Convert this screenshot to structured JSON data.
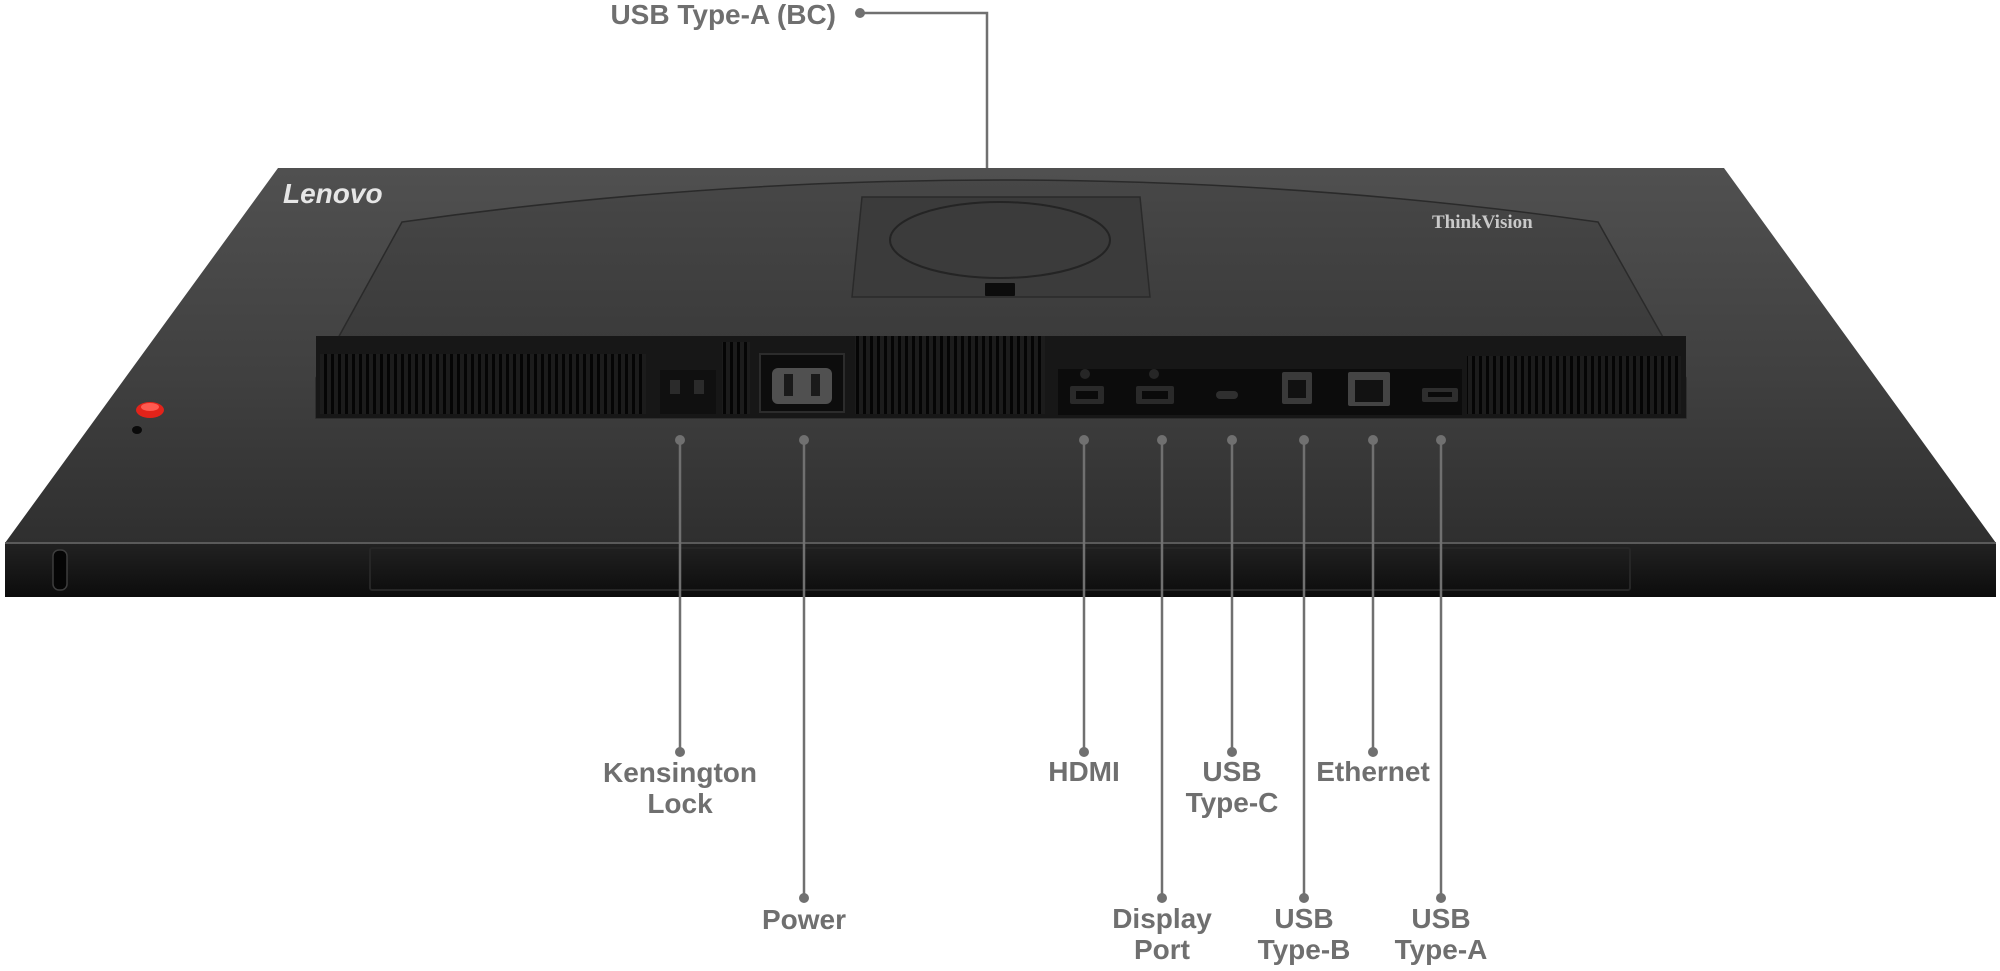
{
  "brand": {
    "lenovo_logo": "Lenovo",
    "thinkvision_logo": "ThinkVision"
  },
  "callouts": {
    "usb_a_bc": "USB Type-A (BC)",
    "kensington": [
      "Kensington",
      "Lock"
    ],
    "power": [
      "Power"
    ],
    "hdmi": [
      "HDMI"
    ],
    "displayport": [
      "Display",
      "Port"
    ],
    "usb_c": [
      "USB",
      "Type-C"
    ],
    "usb_b": [
      "USB",
      "Type-B"
    ],
    "ethernet": [
      "Ethernet"
    ],
    "usb_a": [
      "USB",
      "Type-A"
    ]
  },
  "colors": {
    "callout_text": "#6f6f6f",
    "leader_line": "#707070",
    "body_dark": "#161616",
    "body_mid": "#3a3a3a",
    "accent_red": "#e2231a"
  }
}
